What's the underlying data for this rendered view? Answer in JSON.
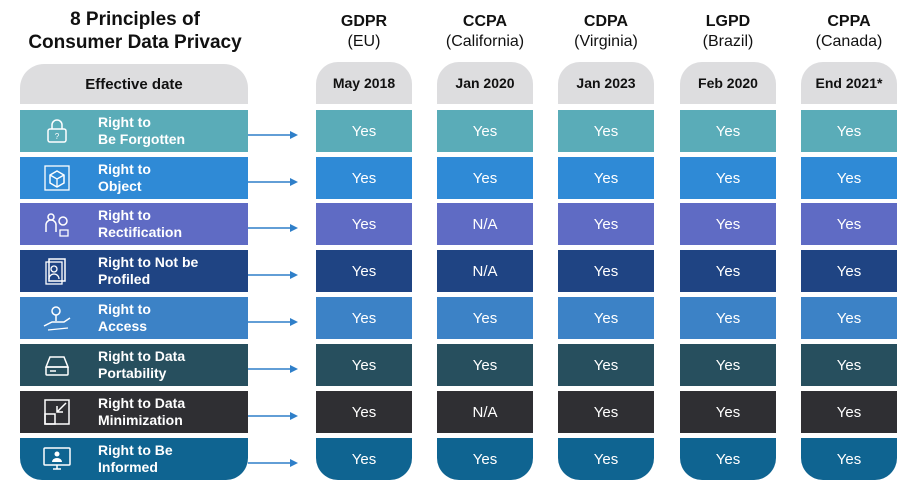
{
  "title_line1": "8 Principles of",
  "title_line2": "Consumer Data Privacy",
  "effective_date_label": "Effective date",
  "columns": [
    {
      "law": "GDPR",
      "region": "(EU)",
      "date": "May 2018"
    },
    {
      "law": "CCPA",
      "region": "(California)",
      "date": "Jan 2020"
    },
    {
      "law": "CDPA",
      "region": "(Virginia)",
      "date": "Jan 2023"
    },
    {
      "law": "LGPD",
      "region": "(Brazil)",
      "date": "Feb 2020"
    },
    {
      "law": "CPPA",
      "region": "(Canada)",
      "date": "End 2021*"
    }
  ],
  "rows": [
    {
      "line1": "Right to",
      "line2": "Be Forgotten",
      "icon": "lock-icon",
      "color": "#5aacb8",
      "values": [
        "Yes",
        "Yes",
        "Yes",
        "Yes",
        "Yes"
      ]
    },
    {
      "line1": "Right to",
      "line2": "Object",
      "icon": "cube-icon",
      "color": "#2f8ad6",
      "values": [
        "Yes",
        "Yes",
        "Yes",
        "Yes",
        "Yes"
      ]
    },
    {
      "line1": "Right to",
      "line2": "Rectification",
      "icon": "people-tools-icon",
      "color": "#5f6bc4",
      "values": [
        "Yes",
        "N/A",
        "Yes",
        "Yes",
        "Yes"
      ]
    },
    {
      "line1": "Right to Not be",
      "line2": "Profiled",
      "icon": "profile-document-icon",
      "color": "#1f4483",
      "values": [
        "Yes",
        "N/A",
        "Yes",
        "Yes",
        "Yes"
      ]
    },
    {
      "line1": "Right to",
      "line2": "Access",
      "icon": "hand-key-icon",
      "color": "#3c82c6",
      "values": [
        "Yes",
        "Yes",
        "Yes",
        "Yes",
        "Yes"
      ]
    },
    {
      "line1": "Right to Data",
      "line2": "Portability",
      "icon": "drive-icon",
      "color": "#274f5e",
      "values": [
        "Yes",
        "Yes",
        "Yes",
        "Yes",
        "Yes"
      ]
    },
    {
      "line1": "Right to Data",
      "line2": "Minimization",
      "icon": "minimize-icon",
      "color": "#2f2f33",
      "values": [
        "Yes",
        "N/A",
        "Yes",
        "Yes",
        "Yes"
      ]
    },
    {
      "line1": "Right to Be",
      "line2": "Informed",
      "icon": "monitor-info-icon",
      "color": "#0f6491",
      "values": [
        "Yes",
        "Yes",
        "Yes",
        "Yes",
        "Yes"
      ]
    }
  ]
}
